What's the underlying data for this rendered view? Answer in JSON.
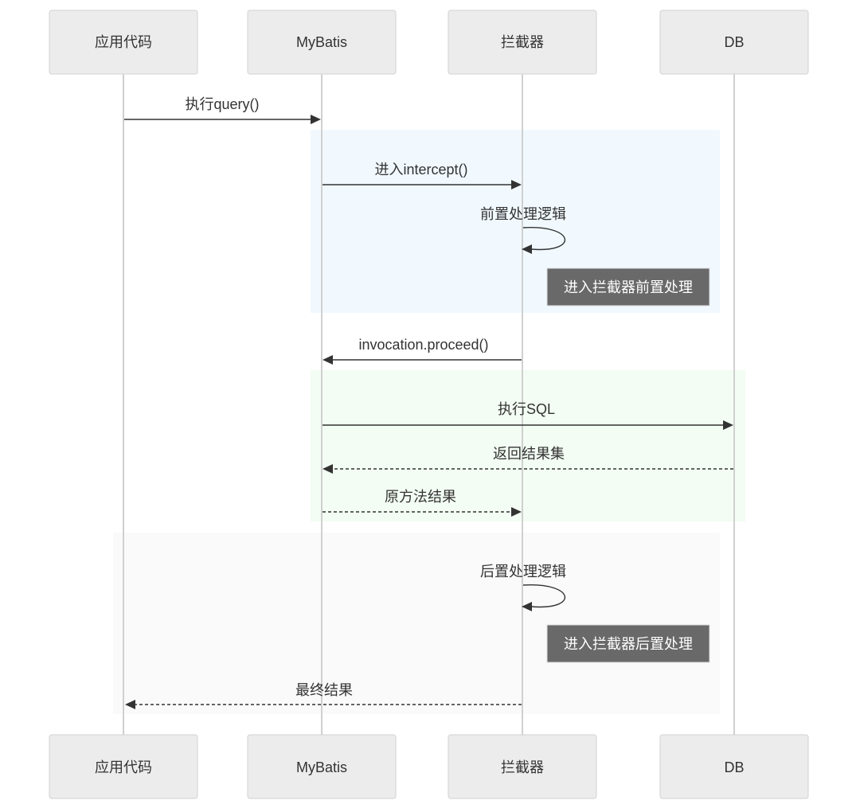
{
  "participants": [
    {
      "id": "app",
      "label": "应用代码"
    },
    {
      "id": "mybatis",
      "label": "MyBatis"
    },
    {
      "id": "interceptor",
      "label": "拦截器"
    },
    {
      "id": "db",
      "label": "DB"
    }
  ],
  "colors": {
    "region_before": "#f1f9ff",
    "region_proceed": "#f3fdf3",
    "region_after": "#fafafa",
    "note_fill": "#696969",
    "line": "#333333"
  },
  "messages": [
    {
      "label": "执行query()",
      "from": "app",
      "to": "mybatis",
      "style": "solid"
    },
    {
      "label": "进入intercept()",
      "from": "mybatis",
      "to": "interceptor",
      "style": "solid"
    },
    {
      "label": "前置处理逻辑",
      "from": "interceptor",
      "to": "interceptor",
      "style": "self"
    },
    {
      "label": "invocation.proceed()",
      "from": "interceptor",
      "to": "mybatis",
      "style": "solid"
    },
    {
      "label": "执行SQL",
      "from": "mybatis",
      "to": "db",
      "style": "solid"
    },
    {
      "label": "返回结果集",
      "from": "db",
      "to": "mybatis",
      "style": "dashed"
    },
    {
      "label": "原方法结果",
      "from": "mybatis",
      "to": "interceptor",
      "style": "dashed"
    },
    {
      "label": "后置处理逻辑",
      "from": "interceptor",
      "to": "interceptor",
      "style": "self"
    },
    {
      "label": "最终结果",
      "from": "interceptor",
      "to": "app",
      "style": "dashed"
    }
  ],
  "notes": [
    {
      "text": "进入拦截器前置处理"
    },
    {
      "text": "进入拦截器后置处理"
    }
  ]
}
